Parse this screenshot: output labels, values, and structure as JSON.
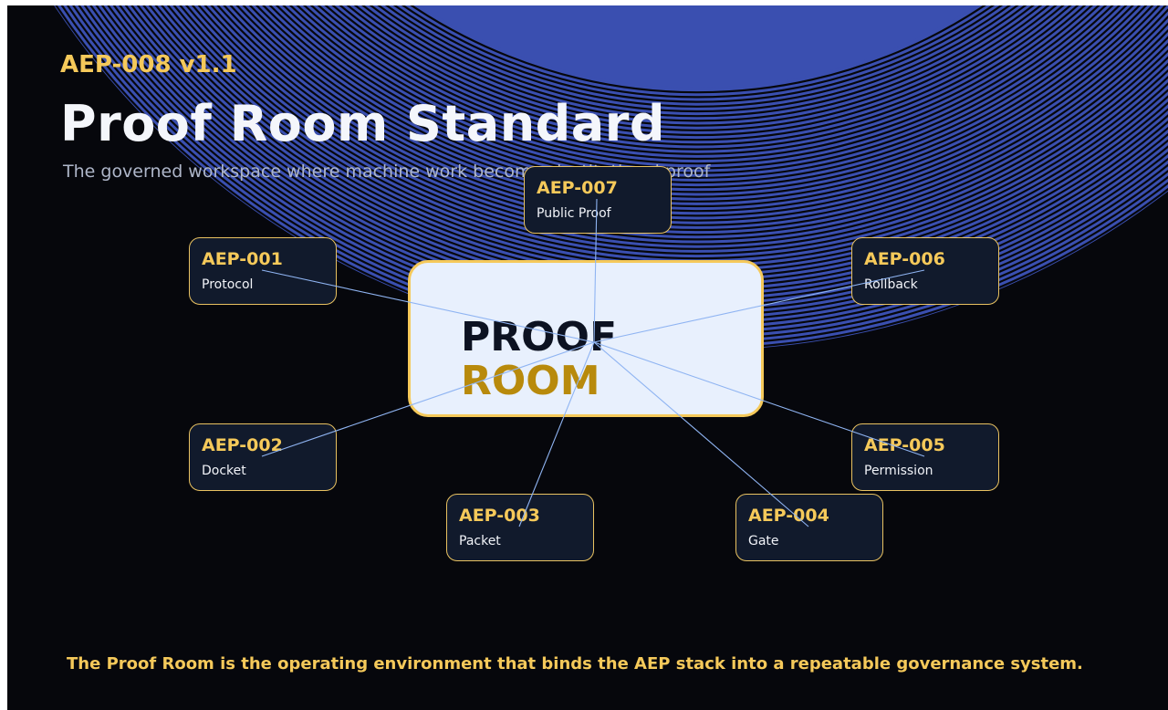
{
  "header": {
    "version": "AEP-008 v1.1",
    "title": "Proof Room Standard",
    "subtitle": "The governed workspace where machine work becomes institutional proof"
  },
  "center": {
    "line1": "PROOF",
    "line2": "ROOM"
  },
  "nodes": [
    {
      "code": "AEP-001",
      "label": "Protocol"
    },
    {
      "code": "AEP-002",
      "label": "Docket"
    },
    {
      "code": "AEP-003",
      "label": "Packet"
    },
    {
      "code": "AEP-004",
      "label": "Gate"
    },
    {
      "code": "AEP-005",
      "label": "Permission"
    },
    {
      "code": "AEP-006",
      "label": "Rollback"
    },
    {
      "code": "AEP-007",
      "label": "Public Proof"
    }
  ],
  "footer": "The Proof Room is the operating environment that binds the AEP stack into a repeatable governance system.",
  "colors": {
    "background": "#06070c",
    "accent_gold": "#f5c95a",
    "center_fill": "#e8f0fd",
    "node_fill": "#111a2c",
    "link_blue": "#8fb4f2",
    "arc_blue": "#3a4fb0"
  }
}
